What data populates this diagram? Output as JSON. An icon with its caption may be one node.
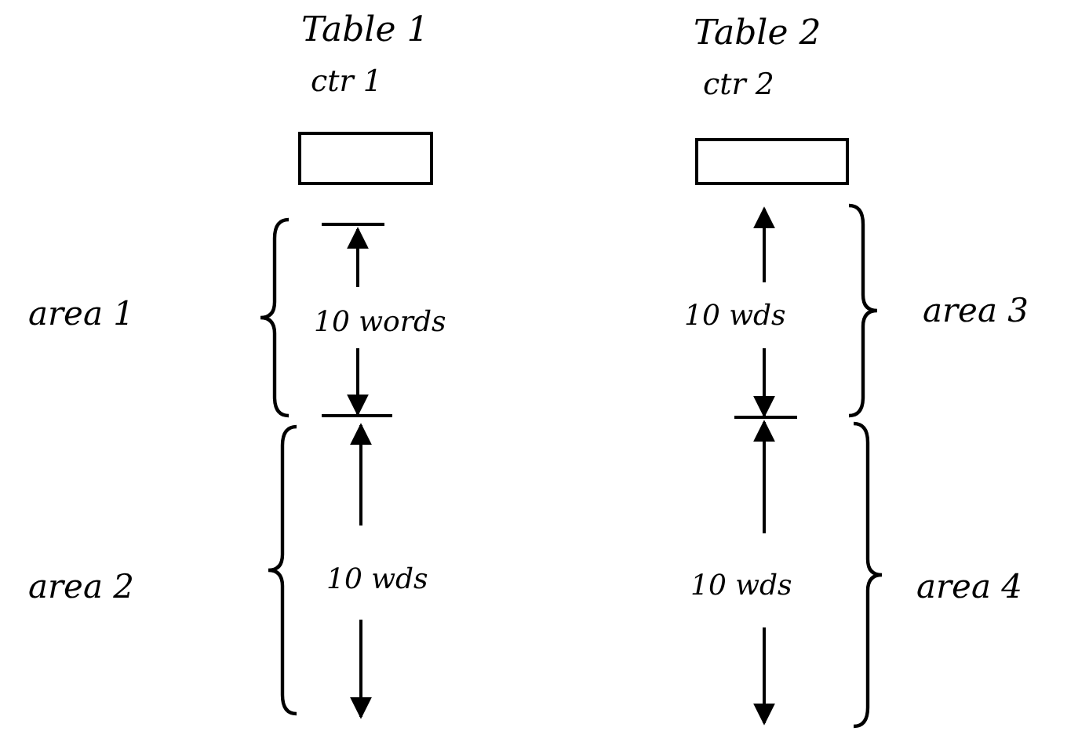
{
  "diagram": {
    "nodes": [
      {
        "text": [
          "Table 1",
          "ctr 1"
        ]
      },
      {
        "text": [
          "Table 2",
          "ctr 2"
        ]
      }
    ],
    "edges": [],
    "labels": [
      "area 1",
      "10 words",
      "10 wds",
      "area 3",
      "area 2",
      "10 wds",
      "10 wds",
      "area 4"
    ]
  }
}
